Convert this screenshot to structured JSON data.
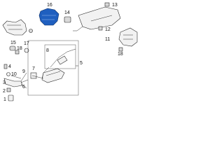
{
  "accent_color": "#1f5fbf",
  "callouts": {
    "c16": "16",
    "c14": "14",
    "c13": "13",
    "c12": "12",
    "c11": "11",
    "c15": "15",
    "c18": "18",
    "c17": "17",
    "c8": "8",
    "c7": "7",
    "c5": "5",
    "c9": "9",
    "c10": "10",
    "c4": "4",
    "c3": "3",
    "c6": "6",
    "c2": "2",
    "c1": "1"
  }
}
